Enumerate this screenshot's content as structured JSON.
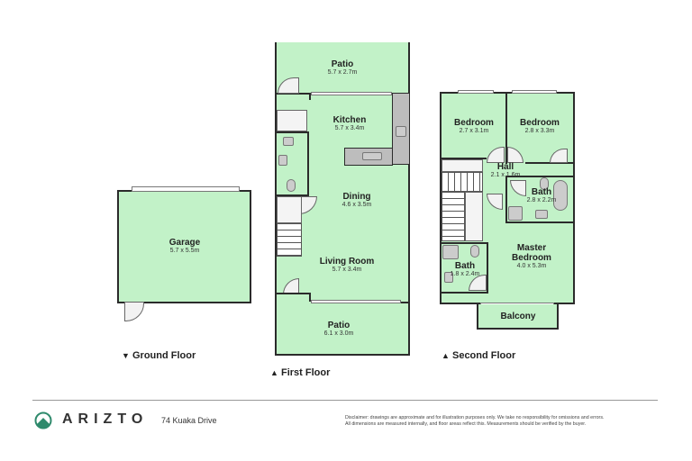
{
  "floors": {
    "ground": {
      "label": "Ground Floor",
      "arrow": "▼",
      "rooms": [
        {
          "name": "Garage",
          "dims": "5.7 x 5.5m"
        }
      ]
    },
    "first": {
      "label": "First Floor",
      "arrow": "▲",
      "rooms": [
        {
          "name": "Patio",
          "dims": "5.7 x 2.7m"
        },
        {
          "name": "Kitchen",
          "dims": "5.7 x 3.4m"
        },
        {
          "name": "Dining",
          "dims": "4.6 x 3.5m"
        },
        {
          "name": "Living Room",
          "dims": "5.7 x 3.4m"
        },
        {
          "name": "Patio",
          "dims": "6.1 x 3.0m"
        }
      ]
    },
    "second": {
      "label": "Second Floor",
      "arrow": "▲",
      "rooms": [
        {
          "name": "Bedroom",
          "dims": "2.7 x 3.1m"
        },
        {
          "name": "Bedroom",
          "dims": "2.8 x 3.3m"
        },
        {
          "name": "Hall",
          "dims": "2.1 x 1.6m"
        },
        {
          "name": "Bath",
          "dims": "2.8 x 2.2m"
        },
        {
          "name": "Master Bedroom",
          "dims": "4.0 x 5.3m"
        },
        {
          "name": "Bath",
          "dims": "1.8 x 2.4m"
        },
        {
          "name": "Balcony",
          "dims": ""
        }
      ]
    }
  },
  "footer": {
    "brand": "ARIZTO",
    "address": "74 Kuaka Drive",
    "disclaimer_line1": "Disclaimer: drawings are approximate and for illustration purposes only. We take no responsibility for omissions and errors.",
    "disclaimer_line2": "All dimensions are measured internally, and floor areas reflect this. Measurements should be verified by the buyer.",
    "brand_color": "#2f8a6c"
  },
  "colors": {
    "room_fill": "#c2f2c8",
    "wall": "#2b2b2b"
  }
}
